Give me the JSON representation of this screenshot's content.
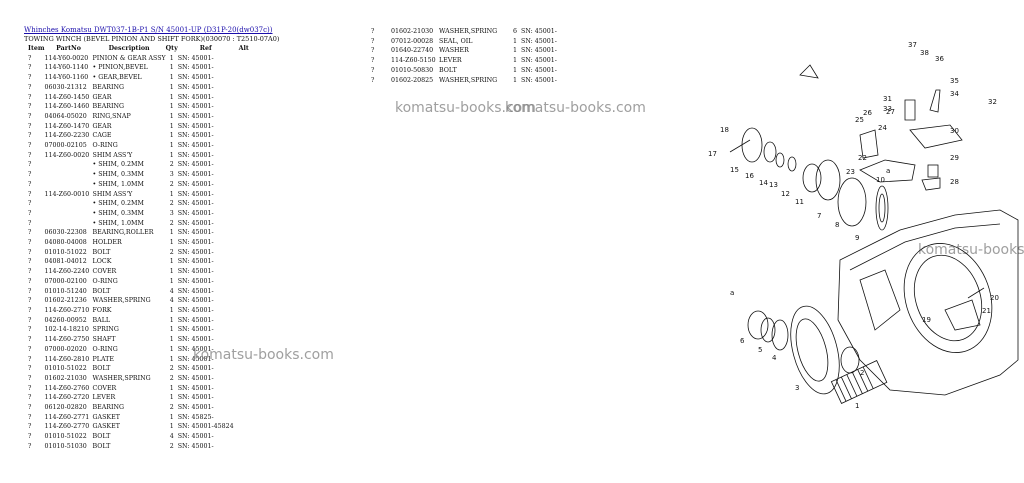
{
  "header": {
    "link_text": "Whinches Komatsu DWT037-1B-P1 S/N 45001-UP (D31P-20(dw037c))",
    "title": "TOWING WINCH (BEVEL PINION AND SHIFT FORK)(030070 : T2510-07A0)"
  },
  "columns": {
    "item": "Item",
    "partno": "PartNo",
    "description": "Description",
    "qty": "Qty",
    "ref": "Ref",
    "alt": "Alt"
  },
  "left_rows": [
    {
      "item": "?",
      "part": "114-Y60-0020",
      "desc": "PINION & GEAR ASSY",
      "qty": "1",
      "ref": "SN: 45001-"
    },
    {
      "item": "?",
      "part": "114-Y60-1140",
      "desc": "• PINION,BEVEL",
      "qty": "1",
      "ref": "SN: 45001-"
    },
    {
      "item": "?",
      "part": "114-Y60-1160",
      "desc": "• GEAR,BEVEL",
      "qty": "1",
      "ref": "SN: 45001-"
    },
    {
      "item": "?",
      "part": "06030-21312",
      "desc": "BEARING",
      "qty": "1",
      "ref": "SN: 45001-"
    },
    {
      "item": "?",
      "part": "114-Z60-1450",
      "desc": "GEAR",
      "qty": "1",
      "ref": "SN: 45001-"
    },
    {
      "item": "?",
      "part": "114-Z60-1460",
      "desc": "BEARING",
      "qty": "1",
      "ref": "SN: 45001-"
    },
    {
      "item": "?",
      "part": "04064-05020",
      "desc": "RING,SNAP",
      "qty": "1",
      "ref": "SN: 45001-"
    },
    {
      "item": "?",
      "part": "114-Z60-1470",
      "desc": "GEAR",
      "qty": "1",
      "ref": "SN: 45001-"
    },
    {
      "item": "?",
      "part": "114-Z60-2230",
      "desc": "CAGE",
      "qty": "1",
      "ref": "SN: 45001-"
    },
    {
      "item": "?",
      "part": "07000-02105",
      "desc": "O-RING",
      "qty": "1",
      "ref": "SN: 45001-"
    },
    {
      "item": "?",
      "part": "114-Z60-0020",
      "desc": "SHIM ASS'Y",
      "qty": "1",
      "ref": "SN: 45001-"
    },
    {
      "item": "?",
      "part": "",
      "desc": "• SHIM, 0.2MM",
      "qty": "2",
      "ref": "SN: 45001-"
    },
    {
      "item": "?",
      "part": "",
      "desc": "• SHIM, 0.3MM",
      "qty": "3",
      "ref": "SN: 45001-"
    },
    {
      "item": "?",
      "part": "",
      "desc": "• SHIM, 1.0MM",
      "qty": "2",
      "ref": "SN: 45001-"
    },
    {
      "item": "?",
      "part": "114-Z60-0010",
      "desc": "SHIM ASS'Y",
      "qty": "1",
      "ref": "SN: 45001-"
    },
    {
      "item": "?",
      "part": "",
      "desc": "• SHIM, 0.2MM",
      "qty": "2",
      "ref": "SN: 45001-"
    },
    {
      "item": "?",
      "part": "",
      "desc": "• SHIM, 0.3MM",
      "qty": "3",
      "ref": "SN: 45001-"
    },
    {
      "item": "?",
      "part": "",
      "desc": "• SHIM, 1.0MM",
      "qty": "2",
      "ref": "SN: 45001-"
    },
    {
      "item": "?",
      "part": "06030-22308",
      "desc": "BEARING,ROLLER",
      "qty": "1",
      "ref": "SN: 45001-"
    },
    {
      "item": "?",
      "part": "04080-04008",
      "desc": "HOLDER",
      "qty": "1",
      "ref": "SN: 45001-"
    },
    {
      "item": "?",
      "part": "01010-51022",
      "desc": "BOLT",
      "qty": "2",
      "ref": "SN: 45001-"
    },
    {
      "item": "?",
      "part": "04081-04012",
      "desc": "LOCK",
      "qty": "1",
      "ref": "SN: 45001-"
    },
    {
      "item": "?",
      "part": "114-Z60-2240",
      "desc": "COVER",
      "qty": "1",
      "ref": "SN: 45001-"
    },
    {
      "item": "?",
      "part": "07000-02100",
      "desc": "O-RING",
      "qty": "1",
      "ref": "SN: 45001-"
    },
    {
      "item": "?",
      "part": "01010-51240",
      "desc": "BOLT",
      "qty": "4",
      "ref": "SN: 45001-"
    },
    {
      "item": "?",
      "part": "01602-21236",
      "desc": "WASHER,SPRING",
      "qty": "4",
      "ref": "SN: 45001-"
    },
    {
      "item": "?",
      "part": "114-Z60-2710",
      "desc": "FORK",
      "qty": "1",
      "ref": "SN: 45001-"
    },
    {
      "item": "?",
      "part": "04260-00952",
      "desc": "BALL",
      "qty": "1",
      "ref": "SN: 45001-"
    },
    {
      "item": "?",
      "part": "102-14-18210",
      "desc": "SPRING",
      "qty": "1",
      "ref": "SN: 45001-"
    },
    {
      "item": "?",
      "part": "114-Z60-2750",
      "desc": "SHAFT",
      "qty": "1",
      "ref": "SN: 45001-"
    },
    {
      "item": "?",
      "part": "07000-02020",
      "desc": "O-RING",
      "qty": "1",
      "ref": "SN: 45001-"
    },
    {
      "item": "?",
      "part": "114-Z60-2810",
      "desc": "PLATE",
      "qty": "1",
      "ref": "SN: 45001-"
    },
    {
      "item": "?",
      "part": "01010-51022",
      "desc": "BOLT",
      "qty": "2",
      "ref": "SN: 45001-"
    },
    {
      "item": "?",
      "part": "01602-21030",
      "desc": "WASHER,SPRING",
      "qty": "2",
      "ref": "SN: 45001-"
    },
    {
      "item": "?",
      "part": "114-Z60-2760",
      "desc": "COVER",
      "qty": "1",
      "ref": "SN: 45001-"
    },
    {
      "item": "?",
      "part": "114-Z60-2720",
      "desc": "LEVER",
      "qty": "1",
      "ref": "SN: 45001-"
    },
    {
      "item": "?",
      "part": "06120-02820",
      "desc": "BEARING",
      "qty": "2",
      "ref": "SN: 45001-"
    },
    {
      "item": "?",
      "part": "114-Z60-2771",
      "desc": "GASKET",
      "qty": "1",
      "ref": "SN: 45825-"
    },
    {
      "item": "?",
      "part": "114-Z60-2770",
      "desc": "GASKET",
      "qty": "1",
      "ref": "SN: 45001-45824"
    },
    {
      "item": "?",
      "part": "01010-51022",
      "desc": "BOLT",
      "qty": "4",
      "ref": "SN: 45001-"
    },
    {
      "item": "?",
      "part": "01010-51030",
      "desc": "BOLT",
      "qty": "2",
      "ref": "SN: 45001-"
    }
  ],
  "right_rows": [
    {
      "item": "?",
      "part": "01602-21030",
      "desc": "WASHER,SPRING",
      "qty": "6",
      "ref": "SN: 45001-"
    },
    {
      "item": "?",
      "part": "07012-00028",
      "desc": "SEAL, OIL",
      "qty": "1",
      "ref": "SN: 45001-"
    },
    {
      "item": "?",
      "part": "01640-22740",
      "desc": "WASHER",
      "qty": "1",
      "ref": "SN: 45001-"
    },
    {
      "item": "?",
      "part": "114-Z60-5150",
      "desc": "LEVER",
      "qty": "1",
      "ref": "SN: 45001-"
    },
    {
      "item": "?",
      "part": "01010-50830",
      "desc": "BOLT",
      "qty": "1",
      "ref": "SN: 45001-"
    },
    {
      "item": "?",
      "part": "01602-20825",
      "desc": "WASHER,SPRING",
      "qty": "1",
      "ref": "SN: 45001-"
    }
  ],
  "watermarks": [
    "komatsu-books.com",
    "komatsu-books.com",
    "komatsu-books.com",
    "komatsu-books.com"
  ],
  "diagram": {
    "callouts": [
      "1",
      "2",
      "3",
      "4",
      "5",
      "6",
      "7",
      "8",
      "9",
      "10",
      "11",
      "12",
      "13",
      "14",
      "15",
      "16",
      "17",
      "18",
      "19",
      "20",
      "21",
      "22",
      "23",
      "24",
      "25",
      "26",
      "27",
      "28",
      "29",
      "30",
      "31",
      "32",
      "33",
      "34",
      "35",
      "36",
      "37",
      "38",
      "a",
      "a"
    ]
  }
}
